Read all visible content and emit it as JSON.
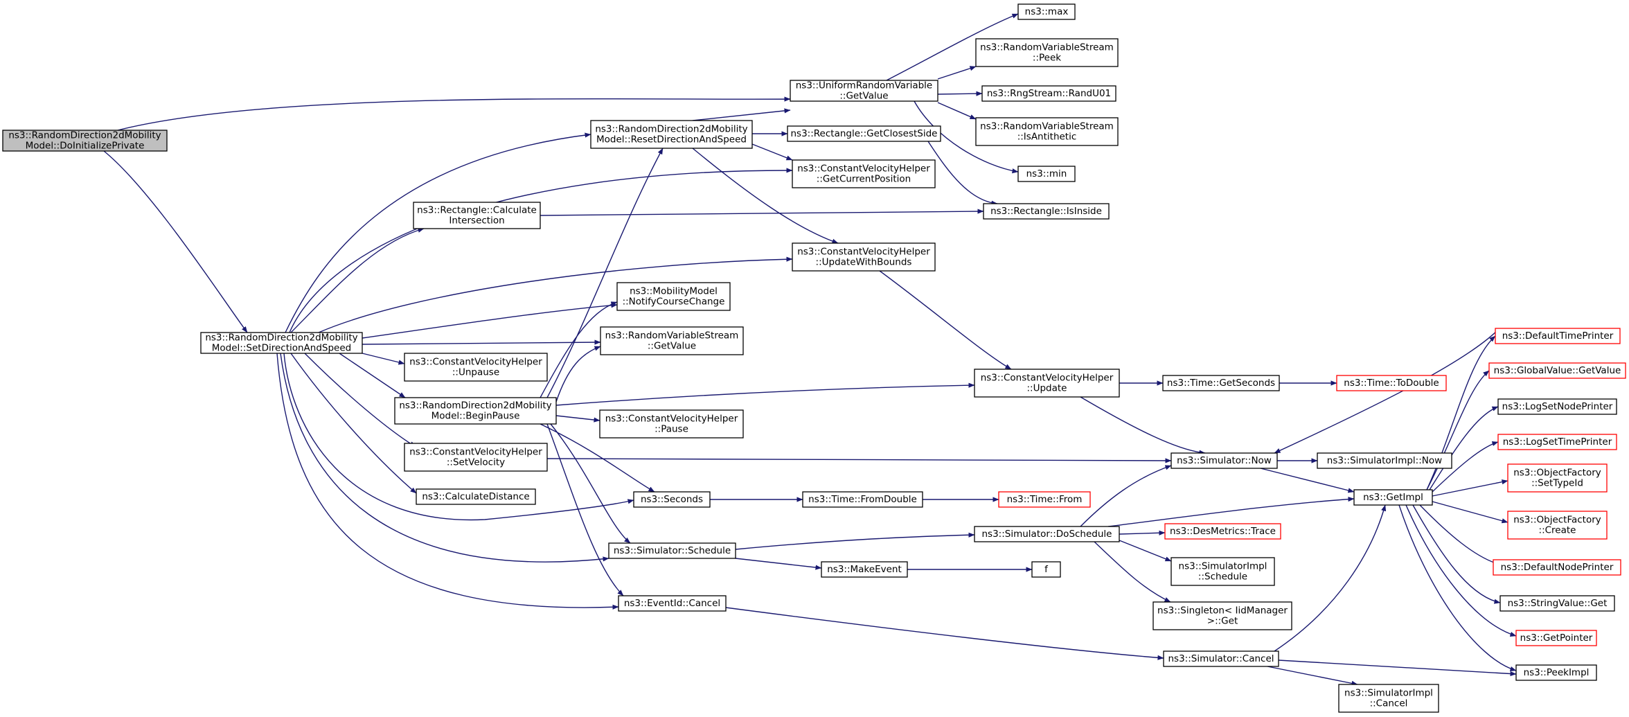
{
  "colors": {
    "edge": "#191970",
    "root_fill": "#bfbfbf",
    "node_border": "#000000",
    "external_border": "#ff0000"
  },
  "nodes": {
    "doinit": [
      "ns3::RandomDirection2dMobility",
      "Model::DoInitializePrivate"
    ],
    "setdir": [
      "ns3::RandomDirection2dMobility",
      "Model::SetDirectionAndSpeed"
    ],
    "uniform": [
      "ns3::UniformRandomVariable",
      "::GetValue"
    ],
    "max": [
      "ns3::max"
    ],
    "peek": [
      "ns3::RandomVariableStream",
      "::Peek"
    ],
    "randu01": [
      "ns3::RngStream::RandU01"
    ],
    "isanti": [
      "ns3::RandomVariableStream",
      "::IsAntithetic"
    ],
    "min": [
      "ns3::min"
    ],
    "resetdir": [
      "ns3::RandomDirection2dMobility",
      "Model::ResetDirectionAndSpeed"
    ],
    "closest": [
      "ns3::Rectangle::GetClosestSide"
    ],
    "curpos": [
      "ns3::ConstantVelocityHelper",
      "::GetCurrentPosition"
    ],
    "isinside": [
      "ns3::Rectangle::IsInside"
    ],
    "calcint": [
      "ns3::Rectangle::Calculate",
      "Intersection"
    ],
    "updbounds": [
      "ns3::ConstantVelocityHelper",
      "::UpdateWithBounds"
    ],
    "notify": [
      "ns3::MobilityModel",
      "::NotifyCourseChange"
    ],
    "rvsget": [
      "ns3::RandomVariableStream",
      "::GetValue"
    ],
    "unpause": [
      "ns3::ConstantVelocityHelper",
      "::Unpause"
    ],
    "beginpause": [
      "ns3::RandomDirection2dMobility",
      "Model::BeginPause"
    ],
    "pause": [
      "ns3::ConstantVelocityHelper",
      "::Pause"
    ],
    "setvel": [
      "ns3::ConstantVelocityHelper",
      "::SetVelocity"
    ],
    "calcdist": [
      "ns3::CalculateDistance"
    ],
    "seconds": [
      "ns3::Seconds"
    ],
    "schedule": [
      "ns3::Simulator::Schedule"
    ],
    "cancel": [
      "ns3::EventId::Cancel"
    ],
    "fromdouble": [
      "ns3::Time::FromDouble"
    ],
    "timefrom": [
      "ns3::Time::From"
    ],
    "makeevent": [
      "ns3::MakeEvent"
    ],
    "f": [
      "f"
    ],
    "update": [
      "ns3::ConstantVelocityHelper",
      "::Update"
    ],
    "getseconds": [
      "ns3::Time::GetSeconds"
    ],
    "todouble": [
      "ns3::Time::ToDouble"
    ],
    "simnow": [
      "ns3::Simulator::Now"
    ],
    "implnow": [
      "ns3::SimulatorImpl::Now"
    ],
    "getimpl": [
      "ns3::GetImpl"
    ],
    "dosched": [
      "ns3::Simulator::DoSchedule"
    ],
    "trace": [
      "ns3::DesMetrics::Trace"
    ],
    "implsched": [
      "ns3::SimulatorImpl",
      "::Schedule"
    ],
    "singleton": [
      "ns3::Singleton< IidManager",
      " >::Get"
    ],
    "simcancel": [
      "ns3::Simulator::Cancel"
    ],
    "implcancel": [
      "ns3::SimulatorImpl",
      "::Cancel"
    ],
    "peekimpl": [
      "ns3::PeekImpl"
    ],
    "deftp": [
      "ns3::DefaultTimePrinter"
    ],
    "globalval": [
      "ns3::GlobalValue::GetValue"
    ],
    "logsetnode": [
      "ns3::LogSetNodePrinter"
    ],
    "logsettime": [
      "ns3::LogSetTimePrinter"
    ],
    "ofsettype": [
      "ns3::ObjectFactory",
      "::SetTypeId"
    ],
    "ofcreate": [
      "ns3::ObjectFactory",
      "::Create"
    ],
    "defnp": [
      "ns3::DefaultNodePrinter"
    ],
    "strval": [
      "ns3::StringValue::Get"
    ],
    "getptr": [
      "ns3::GetPointer"
    ]
  }
}
